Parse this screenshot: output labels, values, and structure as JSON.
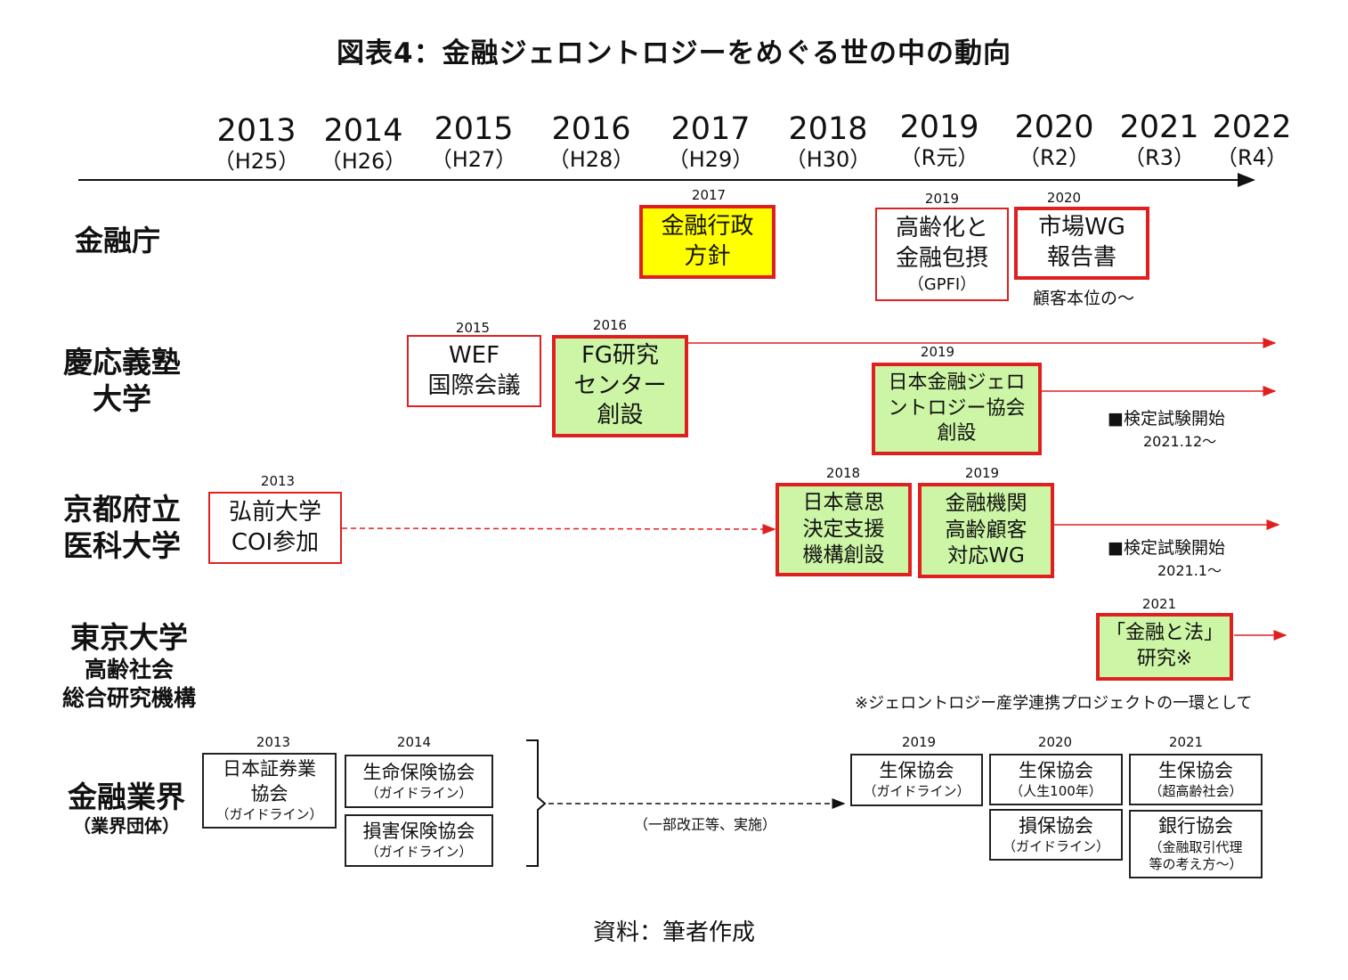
{
  "title": "図表4：金融ジェロントロジーをめぐる世の中の動向",
  "timeline": {
    "years": [
      {
        "year": "2013",
        "era": "（H25）"
      },
      {
        "year": "2014",
        "era": "（H26）"
      },
      {
        "year": "2015",
        "era": "（H27）"
      },
      {
        "year": "2016",
        "era": "（H28）"
      },
      {
        "year": "2017",
        "era": "（H29）"
      },
      {
        "year": "2018",
        "era": "（H30）"
      },
      {
        "year": "2019",
        "era": "（R元）"
      },
      {
        "year": "2020",
        "era": "（R2）"
      },
      {
        "year": "2021",
        "era": "（R3）"
      },
      {
        "year": "2022",
        "era": "（R4）"
      }
    ]
  },
  "rows": {
    "fsa": {
      "label": "金融庁",
      "events": [
        {
          "year": "2017",
          "lines": [
            "金融行政",
            "方針"
          ]
        },
        {
          "year": "2019",
          "lines": [
            "高齢化と",
            "金融包摂"
          ],
          "sub": "（GPFI）"
        },
        {
          "year": "2020",
          "lines": [
            "市場WG",
            "報告書"
          ],
          "note": "顧客本位の～"
        }
      ]
    },
    "keio": {
      "label_line1": "慶応義塾",
      "label_line2": "大学",
      "events": [
        {
          "year": "2015",
          "lines": [
            "WEF",
            "国際会議"
          ]
        },
        {
          "year": "2016",
          "lines": [
            "FG研究",
            "センター",
            "創設"
          ]
        },
        {
          "year": "2019",
          "lines": [
            "日本金融ジェロ",
            "ントロジー協会",
            "創設"
          ]
        }
      ],
      "note_line1": "■検定試験開始",
      "note_line2": "2021.12～"
    },
    "kyoto": {
      "label_line1": "京都府立",
      "label_line2": "医科大学",
      "events": [
        {
          "year": "2013",
          "lines": [
            "弘前大学",
            "COI参加"
          ]
        },
        {
          "year": "2018",
          "lines": [
            "日本意思",
            "決定支援",
            "機構創設"
          ]
        },
        {
          "year": "2019",
          "lines": [
            "金融機関",
            "高齢顧客",
            "対応WG"
          ]
        }
      ],
      "note_line1": "■検定試験開始",
      "note_line2": "2021.1～"
    },
    "tokyo": {
      "label_line1": "東京大学",
      "label_line2": "高齢社会",
      "label_line3": "総合研究機構",
      "events": [
        {
          "year": "2021",
          "lines": [
            "「金融と法」",
            "研究※"
          ]
        }
      ],
      "footnote": "※ジェロントロジー産学連携プロジェクトの一環として"
    },
    "industry": {
      "label": "金融業界",
      "sublabel": "（業界団体）",
      "events": [
        {
          "year": "2013",
          "lines": [
            "日本証券業",
            "協会"
          ],
          "sub": "（ガイドライン）"
        },
        {
          "year": "2014",
          "lines": [
            "生命保険協会"
          ],
          "sub": "（ガイドライン）"
        },
        {
          "year": "",
          "lines": [
            "損害保険協会"
          ],
          "sub": "（ガイドライン）"
        },
        {
          "year": "2019",
          "lines": [
            "生保協会"
          ],
          "sub": "（ガイドライン）"
        },
        {
          "year": "2020",
          "lines": [
            "生保協会"
          ],
          "sub": "（人生100年）"
        },
        {
          "year": "",
          "lines": [
            "損保協会"
          ],
          "sub": "（ガイドライン）"
        },
        {
          "year": "2021",
          "lines": [
            "生保協会"
          ],
          "sub": "（超高齢社会）"
        },
        {
          "year": "",
          "lines": [
            "銀行協会"
          ],
          "sub1": "（金融取引代理",
          "sub2": "等の考え方～）"
        }
      ],
      "arrow_label": "（一部改正等、実施）"
    }
  },
  "source": "資料：筆者作成",
  "colors": {
    "red": "#e02020",
    "green": "#ccf5a5",
    "yellow": "#ffff00",
    "line": "#111111"
  }
}
